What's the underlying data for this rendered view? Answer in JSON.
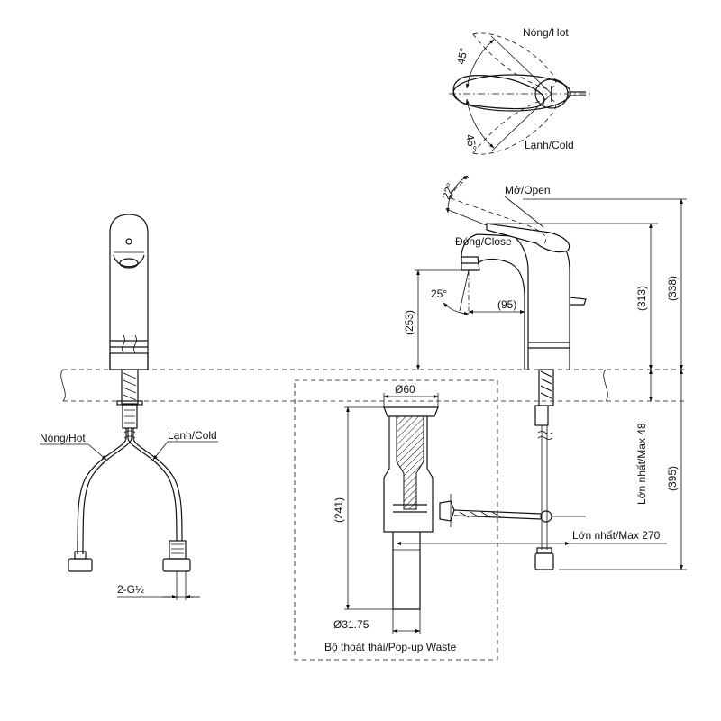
{
  "labels": {
    "hot_top": "Nóng/Hot",
    "cold_top": "Lạnh/Cold",
    "angle_45_upper": "45°",
    "angle_45_lower": "45°",
    "angle_22": "22°",
    "open": "Mở/Open",
    "close": "Đóng/Close",
    "angle_25": "25°",
    "dim_95": "(95)",
    "dim_253": "(253)",
    "dim_313": "(313)",
    "dim_338": "(338)",
    "dim_395": "(395)",
    "max_48": "Lớn nhất/Max 48",
    "max_270": "Lớn nhất/Max 270",
    "dia_60": "Ø60",
    "dim_241": "(241)",
    "dia_31_75": "Ø31.75",
    "popup_waste": "Bộ thoát thải/Pop-up Waste",
    "hot_left": "Nóng/Hot",
    "cold_left": "Lạnh/Cold",
    "thread": "2-G½"
  }
}
